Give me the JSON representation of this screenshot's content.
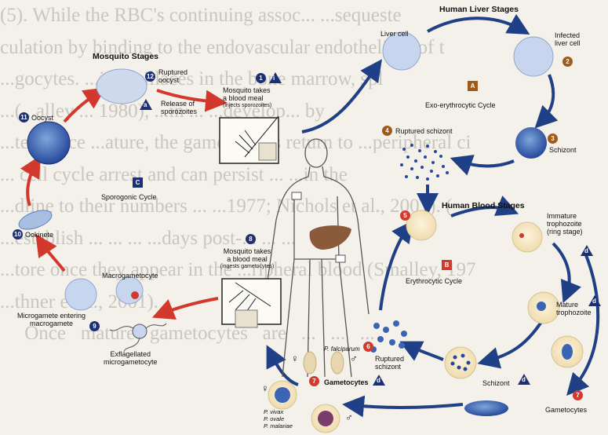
{
  "background_text": [
    "(5). While the RBC's continuing assoc... ...sequeste",
    "culation by binding to the endovascular endothelium of t",
    "...gocytes. ...in ...villaces in the bone marrow, spl",
    "...(...alley ... 1980), ...in ... ...develop... by",
    "...ter. Once ...ature, the gametocytes return to ...peripheral ci",
    "... cell cycle arrest and can persist ... ...in the",
    "...dline to their numbers ... ...1977; Nichols et al., 2001). (",
    "...establish ... ... ... ...days post-... ... ...",
    "...tore once they appear in the ...ripheral blood (Smalley, 197",
    "...thner et al., 2001).",
    "     Once   mature   gametocytes   are   ...   ...   ..."
  ],
  "headers": {
    "mosquito": "Mosquito Stages",
    "liver": "Human Liver Stages",
    "blood": "Human Blood Stages"
  },
  "cycles": {
    "a": {
      "letter": "A",
      "label": "Exo-erythrocytic Cycle"
    },
    "b": {
      "letter": "B",
      "label": "Erythrocytic Cycle"
    },
    "c": {
      "letter": "C",
      "label": "Sporogonic Cycle"
    }
  },
  "stages": {
    "s1": {
      "num": "1",
      "line1": "Mosquito takes",
      "line2": "a blood meal",
      "line3": "(injects sporozoites)",
      "tri": "i"
    },
    "s2": {
      "num": "2",
      "line1": "Infected",
      "line2": "liver cell"
    },
    "liver_cell": "Liver cell",
    "s3": {
      "num": "3",
      "label": "Schizont"
    },
    "s4": {
      "num": "4",
      "label": "Ruptured schizont"
    },
    "s5": {
      "num": "5"
    },
    "immature": {
      "line1": "Immature",
      "line2": "trophozoite",
      "line3": "(ring stage)",
      "tri": "d"
    },
    "mature": {
      "line1": "Mature",
      "line2": "trophozoite",
      "tri": "d"
    },
    "schizont_blood": {
      "label": "Schizont",
      "tri": "d"
    },
    "ruptured_blood": {
      "num": "6",
      "line1": "Ruptured",
      "line2": "schizont"
    },
    "s7": {
      "num": "7",
      "label": "Gametocytes"
    },
    "s7b": {
      "num": "7",
      "label": "Gametocytes",
      "tri": "d"
    },
    "falciparum": "P. falciparum",
    "species": [
      "P. vivax",
      "P. ovale",
      "P. malariae"
    ],
    "female_sym": "♀",
    "male_sym": "♂",
    "s8": {
      "num": "8",
      "line1": "Mosquito takes",
      "line2": "a blood meal",
      "line3": "(ingests gametocytes)"
    },
    "s9": {
      "num": "9",
      "line1": "Microgamete entering",
      "line2": "macrogamete"
    },
    "s10": {
      "num": "10",
      "label": "Ookinete"
    },
    "s11": {
      "num": "11",
      "label": "Oocyst"
    },
    "s12": {
      "num": "12",
      "line1": "Ruptured",
      "line2": "oocyst"
    },
    "release": {
      "line1": "Release of",
      "line2": "sporozoites",
      "tri": "a"
    },
    "macrogametocyte": "Macrogametocyte",
    "exflagellated": {
      "line1": "Exflagellated",
      "line2": "microgametocyte"
    }
  }
}
